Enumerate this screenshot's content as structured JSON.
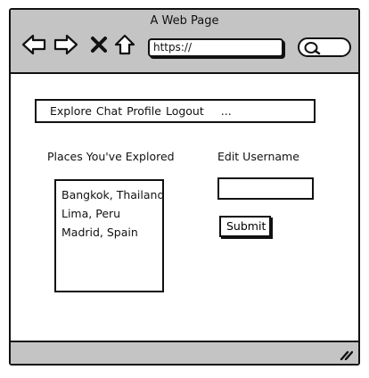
{
  "window": {
    "title": "A Web Page"
  },
  "address_bar": {
    "url": "https://"
  },
  "icons": {
    "back": "back-arrow-icon",
    "forward": "forward-arrow-icon",
    "close": "close-x-icon",
    "home": "home-icon",
    "search": "search-icon",
    "resize": "resize-grip-icon"
  },
  "menu": {
    "items": [
      "Explore",
      "Chat",
      "Profile",
      "Logout"
    ],
    "more": "..."
  },
  "places": {
    "heading": "Places You've Explored",
    "items": [
      "Bangkok, Thailand",
      "Lima, Peru",
      "Madrid, Spain"
    ]
  },
  "edit_username": {
    "heading": "Edit Username",
    "value": "",
    "submit_label": "Submit"
  },
  "colors": {
    "chrome": "#c4c4c4",
    "stroke": "#111111",
    "background": "#ffffff"
  }
}
